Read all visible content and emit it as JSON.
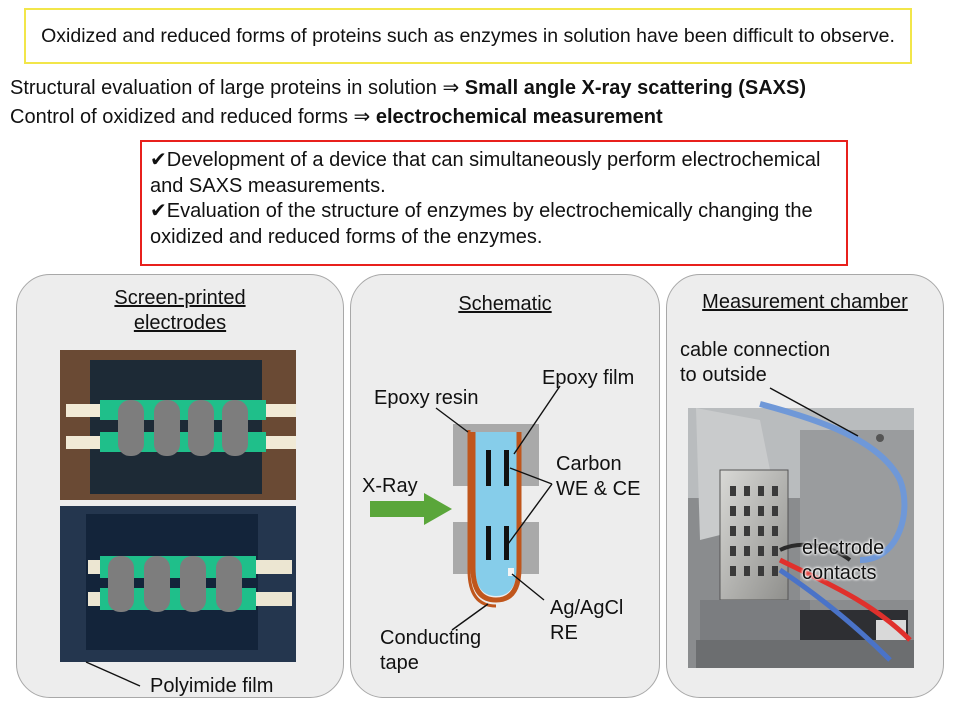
{
  "header": {
    "note": "Oxidized and reduced forms of proteins such as enzymes in solution have been difficult to observe."
  },
  "summary": {
    "line1_plain": "Structural evaluation of large proteins in solution ⇒",
    "line1_bold": "Small angle X-ray scattering (SAXS)",
    "line2_plain": "Control of oxidized and reduced forms ⇒",
    "line2_bold": "electrochemical measurement"
  },
  "goals": [
    "✔Development of a device that can simultaneously perform electrochemical and SAXS measurements.",
    "✔Evaluation of the structure of enzymes by electrochemically changing the oxidized and reduced forms of the enzymes."
  ],
  "panels": {
    "electrodes": {
      "title_line1": "Screen-printed",
      "title_line2": "electrodes",
      "label": "Polyimide film"
    },
    "schematic": {
      "title": "Schematic",
      "epoxy_film": "Epoxy film",
      "epoxy_resin": "Epoxy resin",
      "carbon_line1": "Carbon",
      "carbon_line2": "WE & CE",
      "xray": "X-Ray",
      "agcl_line1": "Ag/AgCl",
      "agcl_line2": "RE",
      "tape_line1": "Conducting",
      "tape_line2": "tape"
    },
    "chamber": {
      "title": "Measurement chamber",
      "cable_line1": "cable connection",
      "cable_line2": "to outside",
      "contacts_line1": "electrode",
      "contacts_line2": "contacts"
    }
  },
  "colors": {
    "title_box_border": "#f2e64a",
    "goal_box_border": "#e8201c",
    "arrow_green": "#5aa63a",
    "copper": "#c0561c",
    "solution_blue": "#86cdea",
    "electrode_green": "#1fbf8a"
  }
}
